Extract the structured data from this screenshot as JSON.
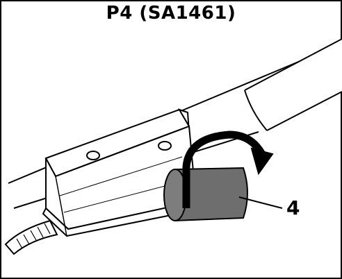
{
  "figure": {
    "title": "P4 (SA1461)",
    "callout_label": "4"
  },
  "colors": {
    "outline": "#000000",
    "background": "#ffffff",
    "knob_fill": "#6e6e6e",
    "knob_face": "#7d7d7d"
  },
  "icons": {
    "rotation": "curved-arrow-clockwise"
  }
}
